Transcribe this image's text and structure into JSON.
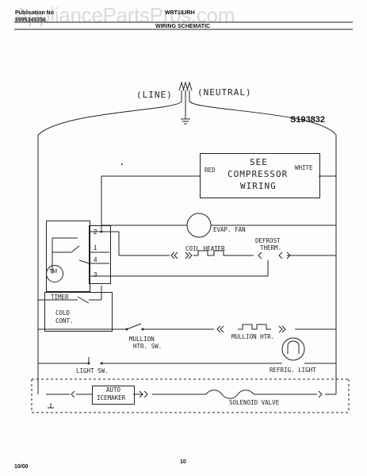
{
  "header": {
    "publication_label": "Publication No",
    "publication_number": "5995345356",
    "model": "WRT18JRH",
    "title": "WIRING SCHEMATIC",
    "watermark": "AppliancePartsPros.com"
  },
  "diagram": {
    "line_label": "(LINE)",
    "neutral_label": "(NEUTRAL)",
    "part_code": "S193832",
    "compressor": {
      "line1": "SEE",
      "line2": "COMPRESSOR",
      "line3": "WIRING",
      "red_label": "RED",
      "white_label": "WHITE"
    },
    "evap_fan": "EVAP. FAN",
    "coil_heater": "COIL HEATER",
    "defrost_therm_line1": "DEFROST",
    "defrost_therm_line2": "THERM.",
    "timer": "TIMER",
    "timer_motor": "TM",
    "timer_pins": [
      "2",
      "1",
      "4",
      "3"
    ],
    "cold_cont_line1": "COLD",
    "cold_cont_line2": "CONT.",
    "mullion_sw_line1": "MULLION",
    "mullion_sw_line2": "HTR. SW.",
    "mullion_htr": "MULLION HTR.",
    "light_sw": "LIGHT SW.",
    "refrig_light": "REFRIG. LIGHT",
    "auto_icemaker_line1": "AUTO",
    "auto_icemaker_line2": "ICEMAKER",
    "solenoid_valve": "SOLENOID VALVE"
  },
  "footer": {
    "date": "10/00",
    "page": "10"
  }
}
